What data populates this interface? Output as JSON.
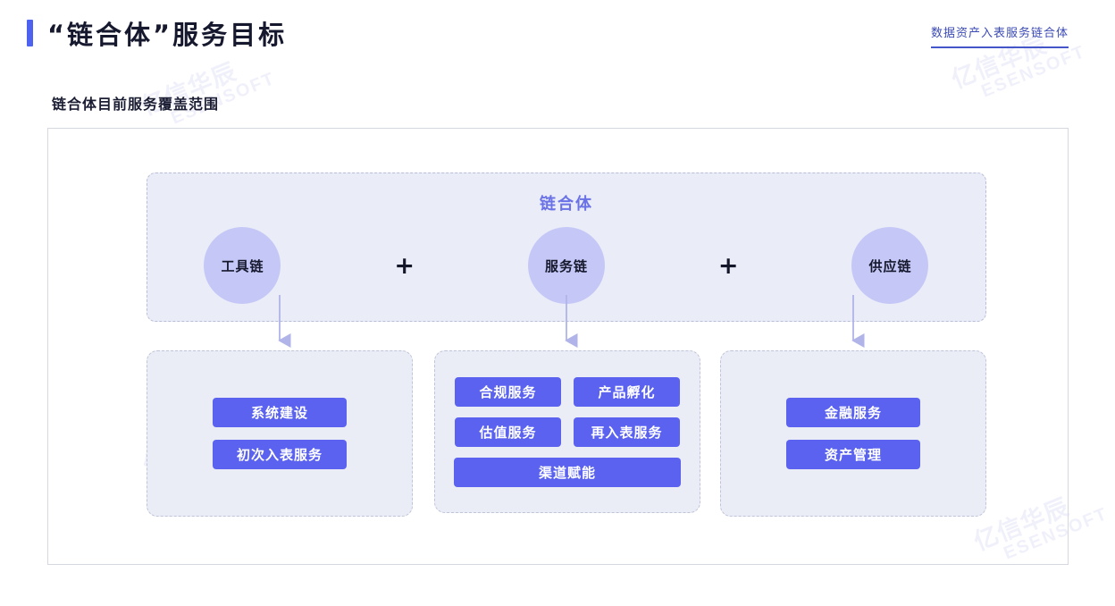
{
  "header": {
    "title": "“链合体”服务目标",
    "corner_label": "数据资产入表服务链合体",
    "accent_color": "#4d62f0"
  },
  "subtitle": "链合体目前服务覆盖范围",
  "watermark": {
    "cn": "亿信华辰",
    "en": "ESENSOFT"
  },
  "diagram": {
    "top_group": {
      "title": "链合体",
      "nodes": [
        {
          "label": "工具链"
        },
        {
          "label": "服务链"
        },
        {
          "label": "供应链"
        }
      ],
      "operators": [
        "+",
        "+"
      ],
      "fill_color": "#eaecf8",
      "node_color": "#c5c8f6",
      "title_color": "#6a72e6"
    },
    "bottom_groups": [
      {
        "id": "tool",
        "source": "工具链",
        "items": [
          "系统建设",
          "初次入表服务"
        ]
      },
      {
        "id": "service",
        "source": "服务链",
        "rows": [
          [
            "合规服务",
            "产品孵化"
          ],
          [
            "估值服务",
            "再入表服务"
          ]
        ],
        "full_item": "渠道赋能"
      },
      {
        "id": "supply",
        "source": "供应链",
        "items": [
          "金融服务",
          "资产管理"
        ]
      }
    ],
    "pill_color": "#5a62ef",
    "arrow_color": "#b0b4e8"
  }
}
